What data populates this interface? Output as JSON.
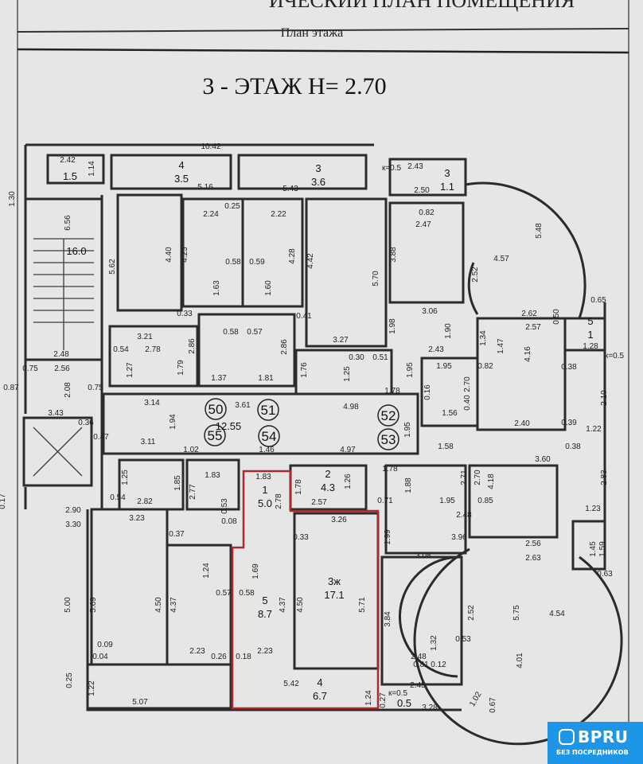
{
  "header": {
    "top_title": "ИЧЕСКИЙ ПЛАН ПОМЕЩЕНИЯ",
    "subtitle": "План этажа",
    "floor_title": "3 - ЭТАЖ  Н= 2.70"
  },
  "markers": [
    "50",
    "51",
    "52",
    "53",
    "55",
    "54"
  ],
  "rooms": [
    {
      "number": "1",
      "area": "5.0"
    },
    {
      "number": "2",
      "area": "4.3"
    },
    {
      "number": "3ж",
      "area": "17.1"
    },
    {
      "number": "4",
      "area": "6.7"
    },
    {
      "number": "5",
      "area": "8.7"
    },
    {
      "number": "4",
      "area": "3.5"
    },
    {
      "number": "3",
      "area": "3.6"
    },
    {
      "number": "3",
      "area": "1.1"
    },
    {
      "number": "5",
      "area": "1"
    }
  ],
  "room_areas_other": [
    "1.5",
    "16.0",
    "12.55",
    "0.5"
  ],
  "dims": [
    "10.42",
    "2.42",
    "5.16",
    "5.43",
    "к=0.5",
    "2.43",
    "2.50",
    "1.30",
    "6.56",
    "2.24",
    "2.22",
    "0.25",
    "0.82",
    "2.47",
    "5.48",
    "4.57",
    "5.62",
    "4.40",
    "4.25",
    "4.28",
    "4.42",
    "3.88",
    "5.70",
    "0.58",
    "0.59",
    "2.52",
    "1.63",
    "1.60",
    "3.06",
    "2.62",
    "2.57",
    "0.50",
    "0.65",
    "3.21",
    "0.33",
    "0.58",
    "0.57",
    "0.41",
    "3.27",
    "1.98",
    "1.90",
    "2.43",
    "1.34",
    "1.47",
    "4.16",
    "1.28",
    "к=0.5",
    "2.78",
    "0.54",
    "2.48",
    "2.86",
    "2.86",
    "1.79",
    "1.27",
    "1.37",
    "1.81",
    "1.76",
    "1.25",
    "0.30",
    "0.51",
    "1.95",
    "1.95",
    "0.82",
    "0.38",
    "2.56",
    "0.75",
    "0.75",
    "2.08",
    "0.87",
    "1.78",
    "2.70",
    "3.14",
    "3.61",
    "4.98",
    "1.56",
    "0.16",
    "0.40",
    "2.10",
    "2.40",
    "0.39",
    "1.22",
    "1.94",
    "1.95",
    "3.43",
    "0.36",
    "0.47",
    "3.11",
    "1.02",
    "1.46",
    "4.97",
    "1.58",
    "3.60",
    "0.38",
    "1.83",
    "1.83",
    "1.78",
    "1.26",
    "1.78",
    "1.85",
    "2.77",
    "2.82",
    "0.54",
    "1.25",
    "2.78",
    "2.57",
    "0.71",
    "1.88",
    "4.18",
    "2.71",
    "2.70",
    "1.95",
    "0.85",
    "2.83",
    "1.23",
    "3.26",
    "0.33",
    "2.48",
    "3.96",
    "1.99",
    "3.23",
    "2.90",
    "3.30",
    "0.17",
    "0.37",
    "2.56",
    "2.63",
    "1.45",
    "1.59",
    "0.63",
    "3.08",
    "1.24",
    "1.69",
    "5.71",
    "5.69",
    "4.50",
    "4.37",
    "5.00",
    "0.57",
    "0.58",
    "4.37",
    "4.50",
    "3.84",
    "2.52",
    "5.75",
    "4.54",
    "2.23",
    "2.23",
    "0.18",
    "0.26",
    "0.09",
    "0.04",
    "4.01",
    "2.48",
    "0.81",
    "0.12",
    "1.32",
    "0.53",
    "5.42",
    "1.24",
    "2.45",
    "к=0.5",
    "3.28",
    "5.07",
    "1.22",
    "0.25",
    "1.02",
    "0.67",
    "1.14",
    "0.53",
    "0.08",
    "0.27"
  ],
  "badge": {
    "brand": "BPRU",
    "tagline": "БЕЗ ПОСРЕДНИКОВ"
  }
}
